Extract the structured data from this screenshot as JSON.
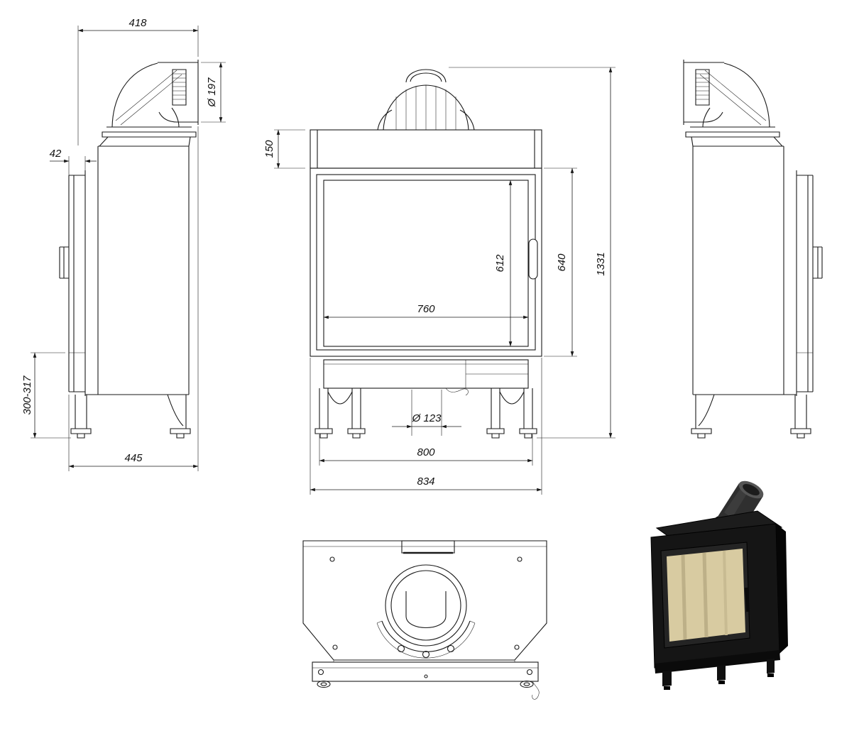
{
  "colors": {
    "line": "#1a1a1a",
    "render_body": "#151515",
    "render_glass": "#d8cba1"
  },
  "dims": {
    "side_top_width": "418",
    "flue_diameter": "Ø 197",
    "front_offset": "42",
    "leg_height_range": "300-317",
    "side_depth": "445",
    "top_plate_height": "150",
    "glass_height": "612",
    "door_height": "640",
    "total_height": "1331",
    "glass_width": "760",
    "outlet_diameter": "Ø 123",
    "leg_span": "800",
    "total_width": "834"
  }
}
